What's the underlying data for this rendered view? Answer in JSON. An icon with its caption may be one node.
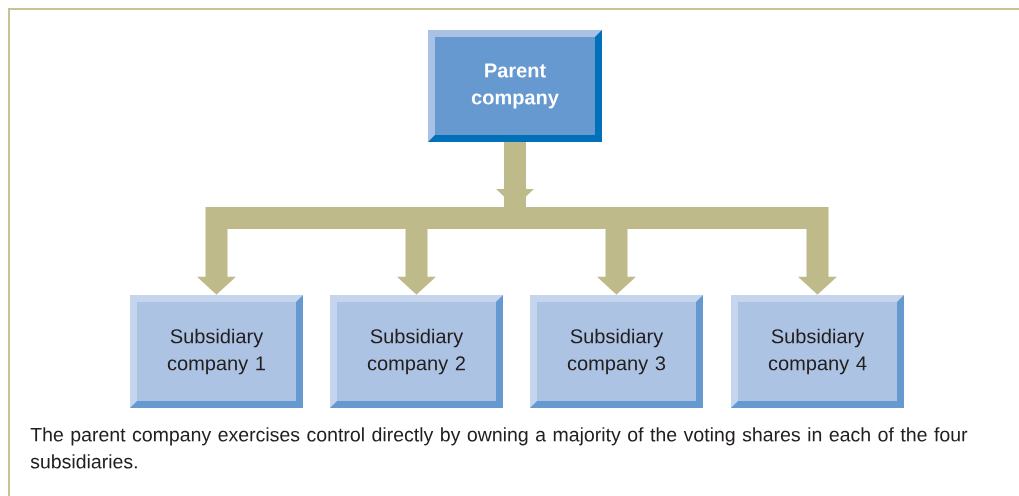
{
  "diagram": {
    "caption": "The parent company exercises control directly by owning a majority of the voting shares in each of the four subsidiaries.",
    "nodes": [
      {
        "text": [
          "Parent company"
        ]
      },
      {
        "text": [
          "Subsidiary company 1"
        ]
      },
      {
        "text": [
          "Subsidiary company 2"
        ]
      },
      {
        "text": [
          "Subsidiary company 3"
        ]
      },
      {
        "text": [
          "Subsidiary company 4"
        ]
      }
    ],
    "edges": [
      {
        "from": 0,
        "to": 1,
        "arrow": "to"
      },
      {
        "from": 0,
        "to": 2,
        "arrow": "to"
      },
      {
        "from": 0,
        "to": 3,
        "arrow": "to"
      },
      {
        "from": 0,
        "to": 4,
        "arrow": "to"
      }
    ]
  }
}
